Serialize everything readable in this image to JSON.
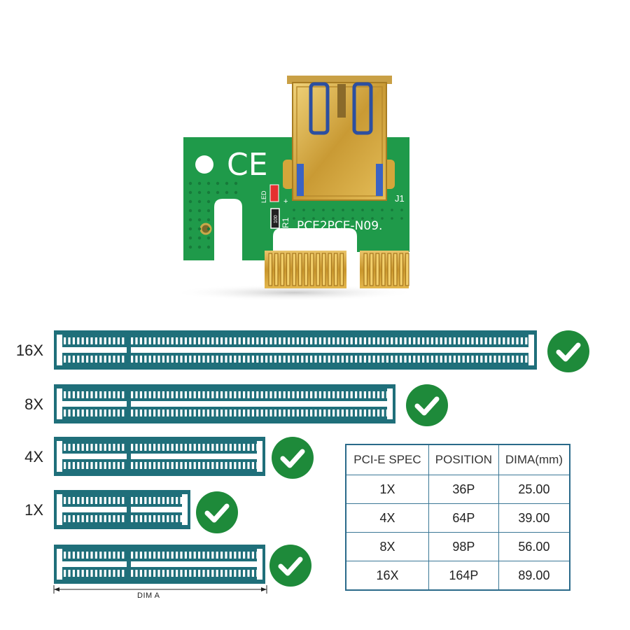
{
  "board": {
    "silkscreen_model": "PCE2PCE-N09.",
    "led_label": "LED",
    "resistor_label": "R1",
    "connector_label": "J1",
    "resistor_code": "100",
    "plus_sign": "+",
    "minus_sign": "-",
    "ce_mark": "CE"
  },
  "slots": [
    {
      "label": "16X",
      "compatible": true
    },
    {
      "label": "8X",
      "compatible": true
    },
    {
      "label": "4X",
      "compatible": true
    },
    {
      "label": "1X",
      "compatible": true
    },
    {
      "label": "",
      "compatible": true
    }
  ],
  "dim_label": "DIM A",
  "spec_table": {
    "headers": [
      "PCI-E SPEC",
      "POSITION",
      "DIMA(mm)"
    ],
    "rows": [
      [
        "1X",
        "36P",
        "25.00"
      ],
      [
        "4X",
        "64P",
        "39.00"
      ],
      [
        "8X",
        "98P",
        "56.00"
      ],
      [
        "16X",
        "164P",
        "89.00"
      ]
    ]
  },
  "colors": {
    "slot_fill": "#1f6f7a",
    "check_green": "#1e8a3a",
    "pcb_green": "#1f9a4a",
    "gold": "#d4a63a",
    "table_border": "#2a6a8a"
  }
}
